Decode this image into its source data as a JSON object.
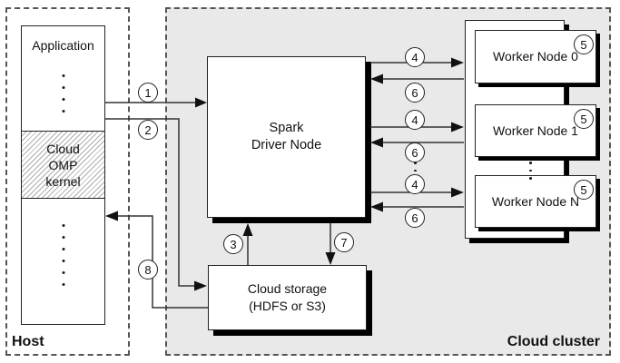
{
  "host": {
    "label": "Host",
    "application": {
      "title": "Application",
      "kernel": {
        "line1": "Cloud",
        "line2": "OMP",
        "line3": "kernel"
      }
    }
  },
  "cluster": {
    "label": "Cloud cluster",
    "driver": {
      "line1": "Spark",
      "line2": "Driver Node"
    },
    "storage": {
      "line1": "Cloud storage",
      "line2": "(HDFS or S3)"
    },
    "workers": [
      {
        "name": "Worker Node 0",
        "badge": "5"
      },
      {
        "name": "Worker Node 1",
        "badge": "5"
      },
      {
        "name": "Worker Node N",
        "badge": "5"
      }
    ]
  },
  "steps": {
    "s1": "1",
    "s2": "2",
    "s3": "3",
    "s4": "4",
    "s5": "5",
    "s6": "6",
    "s7": "7",
    "s8": "8"
  },
  "colors": {
    "cluster_background": "#e9e9e9",
    "line": "#333333",
    "box_border": "#222222",
    "shadow": "#000000"
  }
}
